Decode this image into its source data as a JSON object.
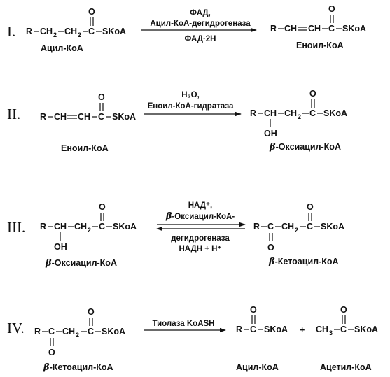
{
  "steps": {
    "s1": {
      "numeral": "I.",
      "substrate": {
        "r": "R",
        "ch2a": "CH",
        "ch2a_sub": "2",
        "ch2b": "CH",
        "ch2b_sub": "2",
        "c": "C",
        "o": "O",
        "skoa": "SKoA",
        "name": "Ацил-КоА"
      },
      "arrow": {
        "above1": "ФАД,",
        "above2": "Ацил-КоА-дегидрогеназа",
        "below": "ФАД·2Н"
      },
      "product": {
        "r": "R",
        "ch1": "CH",
        "ch2": "CH",
        "c": "C",
        "o": "O",
        "skoa": "SKoA",
        "name": "Еноил-КоА"
      }
    },
    "s2": {
      "numeral": "II.",
      "substrate": {
        "r": "R",
        "ch1": "CH",
        "ch2": "CH",
        "c": "C",
        "o": "O",
        "skoa": "SKoA",
        "name": "Еноил-КоА"
      },
      "arrow": {
        "above1": "H₂O,",
        "above2": "Еноил-КоА-гидратаза"
      },
      "product": {
        "r": "R",
        "ch": "CH",
        "oh": "OH",
        "ch2": "CH",
        "ch2_sub": "2",
        "c": "C",
        "o": "O",
        "skoa": "SKoA",
        "name_prefix": "β",
        "name": "-Оксиацил-КоА"
      }
    },
    "s3": {
      "numeral": "III.",
      "substrate": {
        "r": "R",
        "ch": "CH",
        "oh": "OH",
        "ch2": "CH",
        "ch2_sub": "2",
        "c": "C",
        "o": "O",
        "skoa": "SKoA",
        "name_prefix": "β",
        "name": "-Оксиацил-КоА"
      },
      "arrow": {
        "above1": "НАД⁺,",
        "above2_prefix": "β",
        "above2": "-Оксиацил-КоА-",
        "below1": "дегидрогеназа",
        "below2": "НАДН + Н⁺"
      },
      "product": {
        "r": "R",
        "c1": "C",
        "o1": "O",
        "ch2": "CH",
        "ch2_sub": "2",
        "c2": "C",
        "o2": "O",
        "skoa": "SKoA",
        "name_prefix": "β",
        "name": "-Кетоацил-КоА"
      }
    },
    "s4": {
      "numeral": "IV.",
      "substrate": {
        "r": "R",
        "c1": "C",
        "o1": "O",
        "ch2": "CH",
        "ch2_sub": "2",
        "c2": "C",
        "o2": "O",
        "skoa": "SKoA",
        "name_prefix": "β",
        "name": "-Кетоацил-КоА"
      },
      "arrow": {
        "above": "Тиолаза KoASH"
      },
      "product1": {
        "r": "R",
        "c": "C",
        "o": "O",
        "skoa": "SKoA",
        "name": "Ацил-КоА"
      },
      "plus": "+",
      "product2": {
        "ch3": "CH",
        "ch3_sub": "3",
        "c": "C",
        "o": "O",
        "skoa": "SKoA",
        "name": "Ацетил-КоА"
      }
    }
  }
}
